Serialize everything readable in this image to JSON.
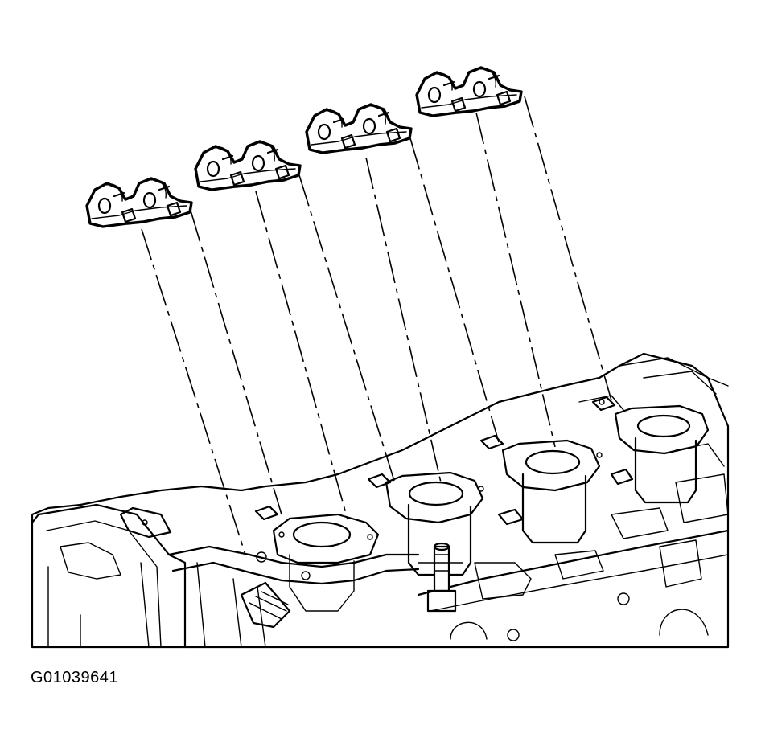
{
  "figure": {
    "id_label": "G01039641"
  },
  "parts": {
    "rocker_arm_pairs": 4,
    "rocker_arms_total": 8
  }
}
